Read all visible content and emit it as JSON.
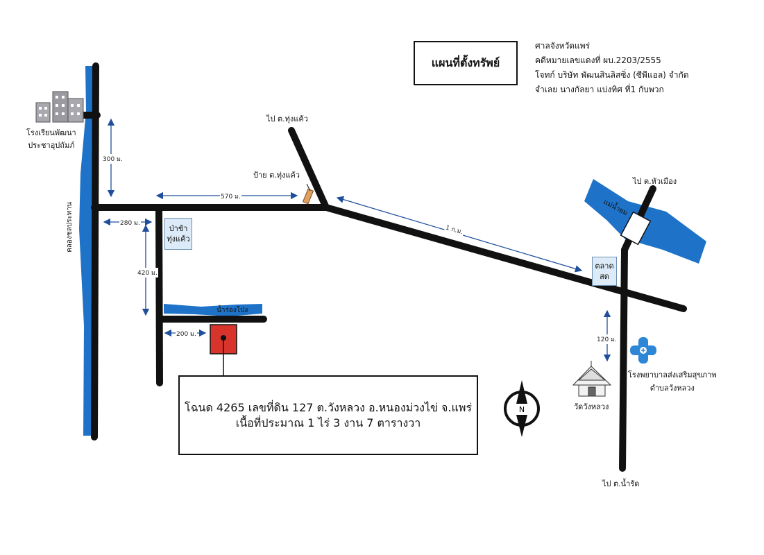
{
  "title": "แผนที่ตั้งทรัพย์",
  "case_info": [
    "ศาลจังหวัดแพร่",
    "คดีหมายเลขแดงที่ ผบ.2203/2555",
    "โจทก์ บริษัท พัฒนสินลิสซิ่ง (ซีพีแอล) จำกัด",
    "จำเลย นางกัลยา  แบ่งทิศ ที่1 กับพวก"
  ],
  "deed": {
    "line1": "โฉนด 4265 เลขที่ดิน 127 ต.วังหลวง อ.หนองม่วงไข่ จ.แพร่",
    "line2": "เนื้อที่ประมาณ 1 ไร่ 3 งาน 7 ตารางวา"
  },
  "labels": {
    "school": "โรงเรียนพัฒนา\nประชาอุปถัมภ์",
    "canal": "คลองชลประทาน",
    "to_thung_kaeo": "ไป  ต.ทุ่งแค้ว",
    "sign_thung_kaeo": "ป้าย ต.ทุ่งแค้ว",
    "forest_1": "ป่าช้า",
    "forest_2": "ทุ่งแค้ว",
    "stream": "น้ำร่องโป่ง",
    "market_1": "ตลาด",
    "market_2": "สด",
    "to_hua_mueang": "ไป  ต.หัวเมือง",
    "river": "แม่น้ำยม",
    "hospital_1": "โรงพยาบาลส่งเสริมสุขภาพ",
    "hospital_2": "ตำบลวังหลวง",
    "temple": "วัดวังหลวง",
    "to_nam_rat": "ไป  ต.น้ำรัด",
    "north": "N"
  },
  "distances": {
    "d300": "300 ม.",
    "d570": "570 ม.",
    "d280": "280 ม.",
    "d420": "420 ม.",
    "d200": "200 ม.",
    "d1km": "1 ก.ม.",
    "d120": "120 ม."
  },
  "colors": {
    "road": "#111111",
    "water": "#1e73c8",
    "property": "#d9342b",
    "arrow": "#1f4e9b",
    "building": "#9a9aa0",
    "hospital": "#2e86d6",
    "sign": "#e0a060"
  }
}
